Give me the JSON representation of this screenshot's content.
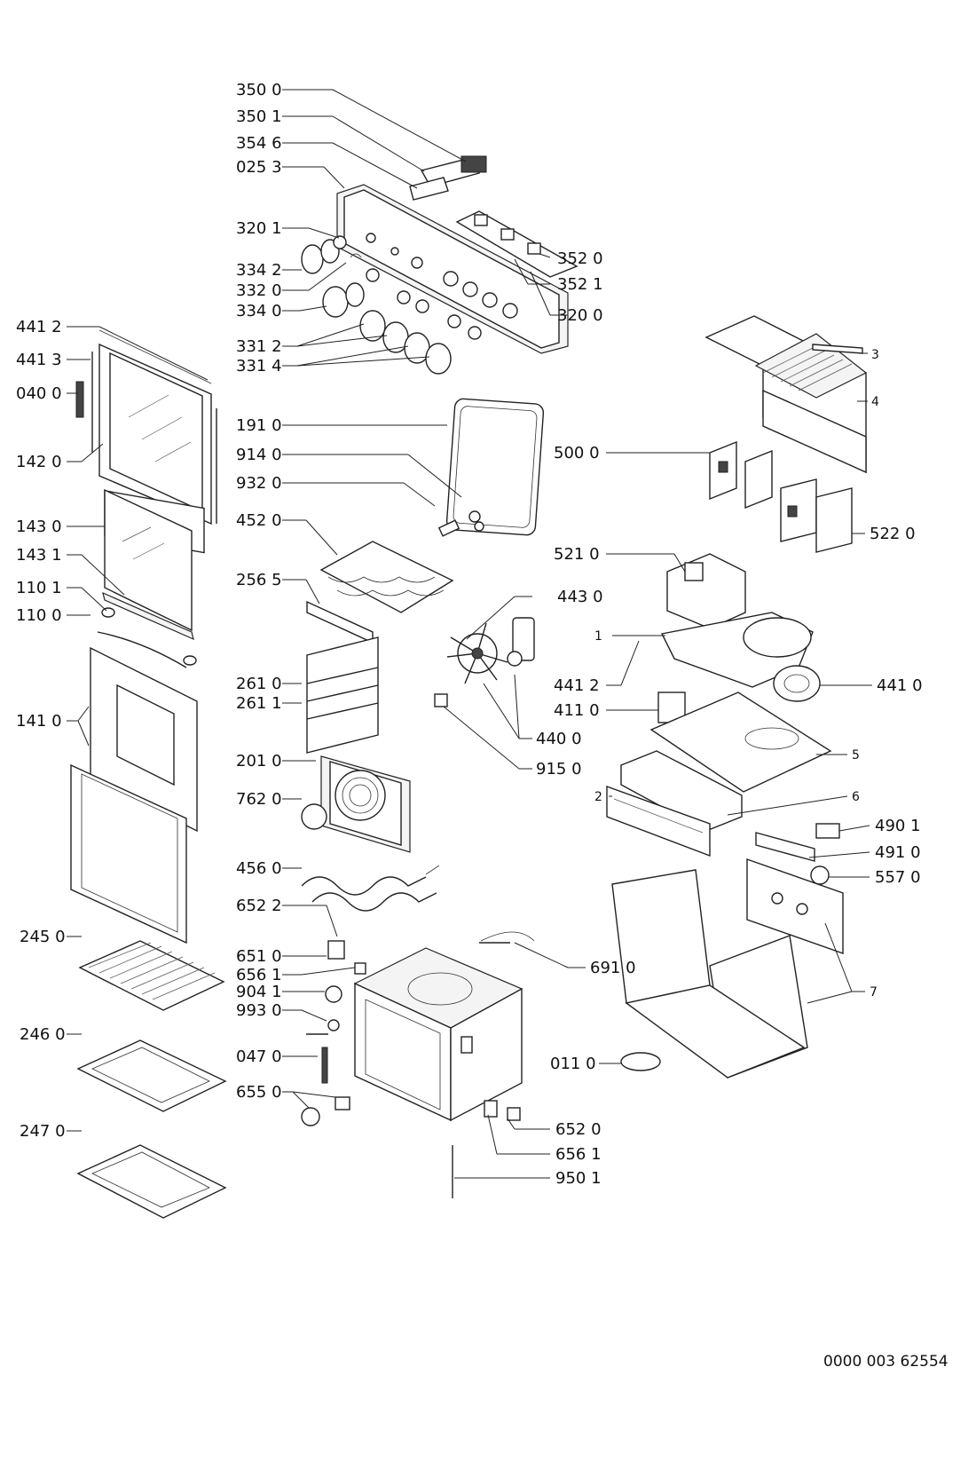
{
  "labels": {
    "p3500": "350 0",
    "p3501": "350 1",
    "p3546": "354 6",
    "p0253": "025 3",
    "p3201": "320 1",
    "p3342": "334 2",
    "p3320": "332 0",
    "p3340": "334 0",
    "p3312": "331 2",
    "p3314": "331 4",
    "p3520": "352 0",
    "p3521": "352 1",
    "p3200": "320 0",
    "p4412a": "441 2",
    "p4413": "441 3",
    "p0400": "040 0",
    "p1420": "142 0",
    "p1430": "143 0",
    "p1431": "143 1",
    "p1101": "110 1",
    "p1100": "110 0",
    "p1410": "141 0",
    "p2450": "245 0",
    "p2460": "246 0",
    "p2470": "247 0",
    "p1910": "191 0",
    "p9140": "914 0",
    "p9320": "932 0",
    "p4520": "452 0",
    "p2565": "256 5",
    "p2610": "261 0",
    "p2611": "261 1",
    "p2010": "201 0",
    "p7620": "762 0",
    "p4560": "456 0",
    "p6522a": "652 2",
    "p6510": "651 0",
    "p6561a": "656 1",
    "p9041": "904 1",
    "p9930": "993 0",
    "p0470": "047 0",
    "p6550": "655 0",
    "p4430": "443 0",
    "p4400": "440 0",
    "p9150": "915 0",
    "p6910": "691 0",
    "p6520": "652 0",
    "p6561b": "656 1",
    "p9501": "950 1",
    "n3": "3",
    "n4": "4",
    "p5000": "500 0",
    "p5220": "522 0",
    "p5210": "521 0",
    "n1": "1",
    "p4412b": "441 2",
    "p4410": "441 0",
    "p4110": "411 0",
    "n5": "5",
    "n2": "2",
    "n6": "6",
    "p4901": "490 1",
    "p4910": "491 0",
    "p5570": "557 0",
    "n7": "7",
    "p0110": "011 0"
  },
  "footer": {
    "document_code": "0000 003 62554"
  }
}
